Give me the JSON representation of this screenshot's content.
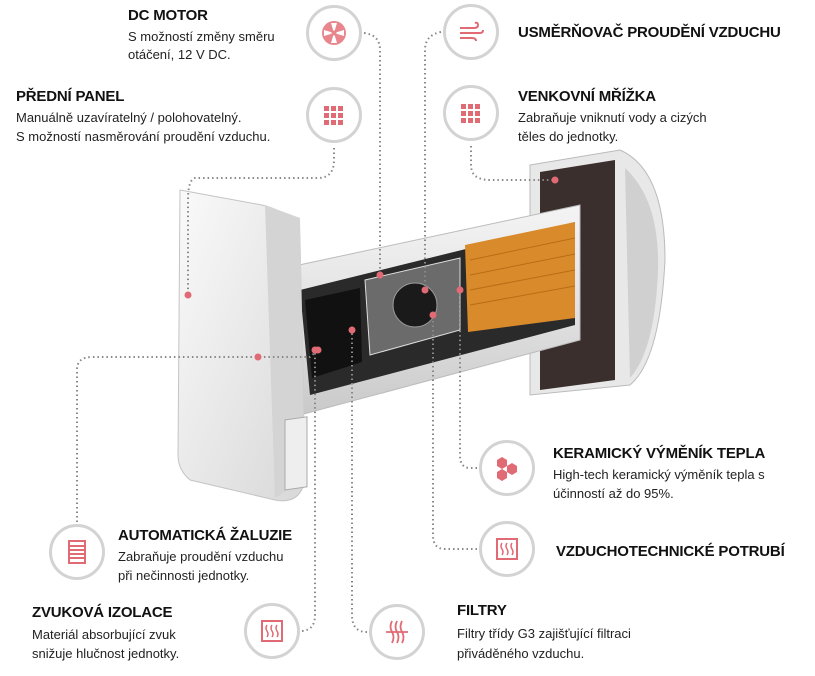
{
  "accent_color": "#e06b74",
  "features": [
    {
      "id": "dc-motor",
      "title": "DC MOTOR",
      "desc": [
        "S možností změny směru",
        "otáčení, 12 V DC."
      ],
      "icon": "fan-icon"
    },
    {
      "id": "predni-panel",
      "title": "PŘEDNÍ PANEL",
      "desc": [
        "Manuálně uzavíratelný / polohovatelný.",
        "S možností nasměrování proudění vzduchu."
      ],
      "icon": "grid-icon"
    },
    {
      "id": "usmernovac",
      "title": "USMĚRŇOVAČ PROUDĚNÍ VZDUCHU",
      "desc": [],
      "icon": "wind-icon"
    },
    {
      "id": "venkovni-mrizka",
      "title": "VENKOVNÍ MŘÍŽKA",
      "desc": [
        "Zabraňuje vniknutí vody a cizých",
        "těles do jednotky."
      ],
      "icon": "grid-icon"
    },
    {
      "id": "keramicky-vymenik",
      "title": "KERAMICKÝ VÝMĚNÍK TEPLA",
      "desc": [
        "High-tech keramický výměník tepla s",
        "účinností až do 95%."
      ],
      "icon": "hexagons-icon"
    },
    {
      "id": "potrubi",
      "title": "VZDUCHOTECHNICKÉ POTRUBÍ",
      "desc": [],
      "icon": "heat-waves-icon"
    },
    {
      "id": "zaluzie",
      "title": "AUTOMATICKÁ ŽALUZIE",
      "desc": [
        "Zabraňuje proudění vzduchu",
        "při nečinnosti jednotky."
      ],
      "icon": "louver-icon"
    },
    {
      "id": "izolace",
      "title": "ZVUKOVÁ IZOLACE",
      "desc": [
        "Materiál absorbující zvuk",
        "snižuje hlučnost jednotky."
      ],
      "icon": "heat-waves-icon"
    },
    {
      "id": "filtry",
      "title": "FILTRY",
      "desc": [
        "Filtry třídy G3 zajišťující filtraci",
        "přiváděného vzduchu."
      ],
      "icon": "filter-icon"
    }
  ]
}
